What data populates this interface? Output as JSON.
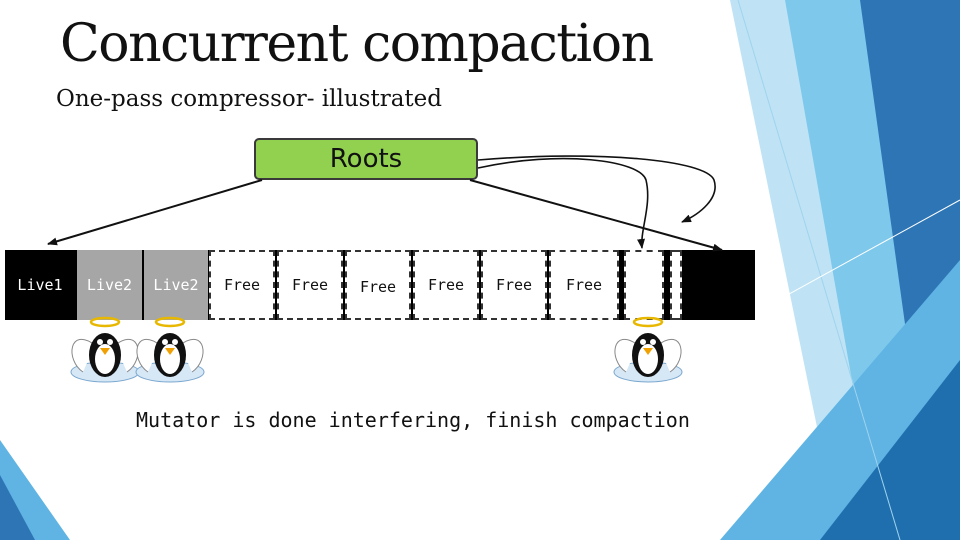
{
  "slide": {
    "title": "Concurrent compaction",
    "subtitle": "One-pass compressor- illustrated",
    "caption": "Mutator is done interfering, finish compaction"
  },
  "roots_box": {
    "label": "Roots",
    "color": "#92d050"
  },
  "heap": {
    "cells": [
      {
        "label": "Live1",
        "kind": "live"
      },
      {
        "label": "Live2",
        "kind": "moved"
      },
      {
        "label": "Live2",
        "kind": "moved"
      },
      {
        "label": "Free",
        "kind": "free"
      },
      {
        "label": "Free",
        "kind": "free"
      },
      {
        "label": "Free",
        "kind": "free"
      },
      {
        "label": "Free",
        "kind": "free"
      },
      {
        "label": "Free",
        "kind": "free"
      },
      {
        "label": "Free",
        "kind": "free"
      }
    ]
  },
  "icons": [
    "angel-penguin-icon",
    "angel-penguin-icon",
    "angel-penguin-icon"
  ],
  "colors": {
    "live": "#000000",
    "moved": "#a6a6a6",
    "accent_blue": "#1f77b4"
  }
}
